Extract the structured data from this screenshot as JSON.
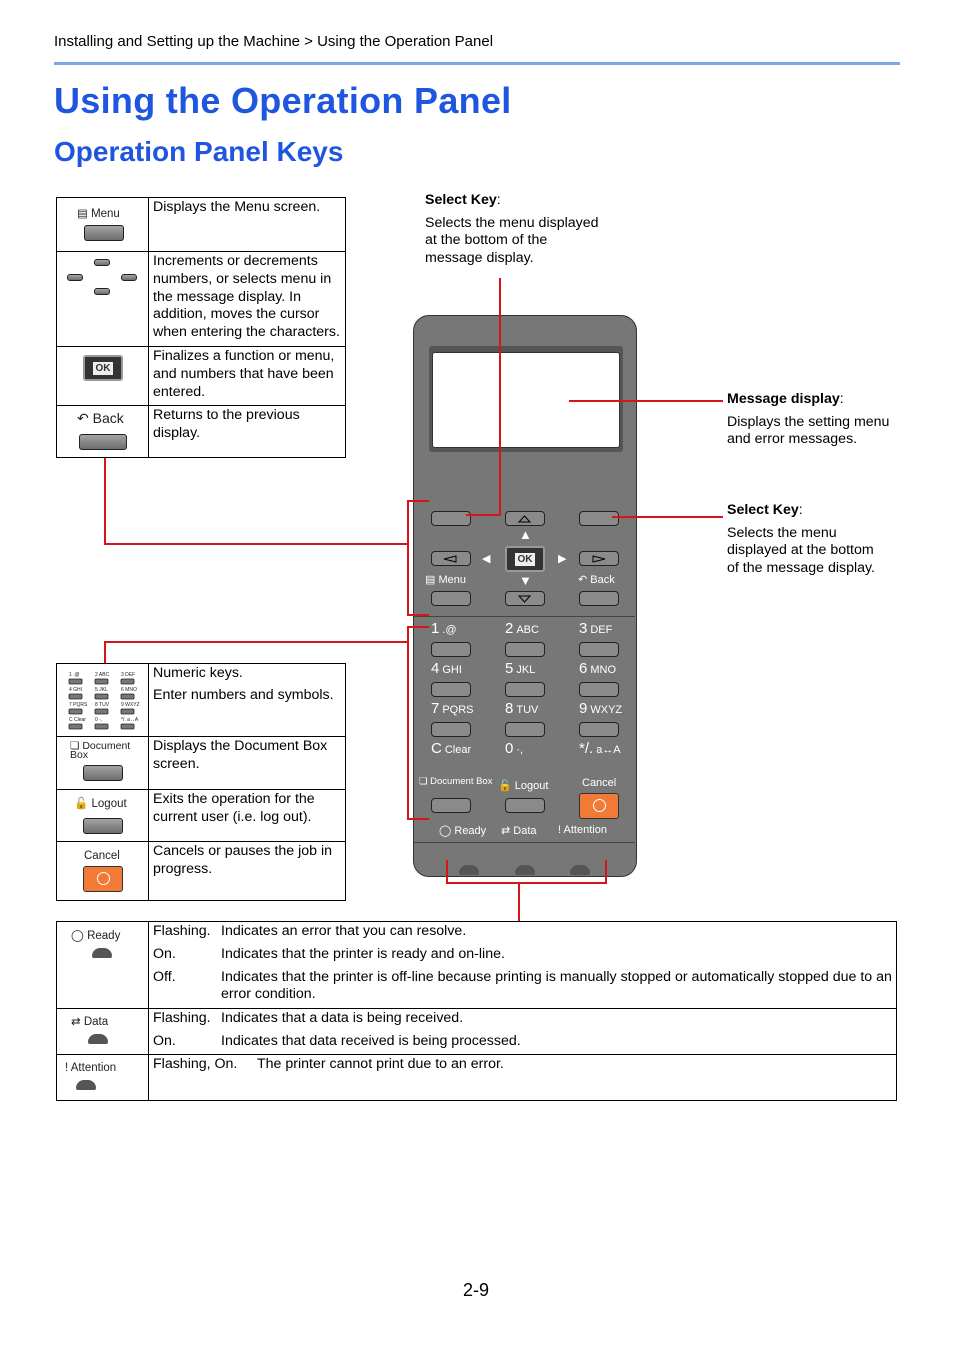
{
  "header": {
    "breadcrumb": "Installing and Setting up the Machine > Using the Operation Panel",
    "title": "Using the Operation Panel",
    "subtitle": "Operation Panel Keys"
  },
  "keys_top": [
    {
      "icon_label": "Menu",
      "icon": "menu-icon",
      "desc": "Displays the Menu screen."
    },
    {
      "icon_label": "",
      "icon": "arrow-keys-icon",
      "desc": "Increments or decrements numbers, or selects menu in the message display. In addition, moves the cursor when entering the characters."
    },
    {
      "icon_label": "OK",
      "icon": "ok-key-icon",
      "desc": "Finalizes a function or menu, and numbers that have been entered."
    },
    {
      "icon_label": "Back",
      "icon": "back-icon",
      "desc": "Returns to the previous display."
    }
  ],
  "keys_bottom": [
    {
      "icon_label": "",
      "icon": "numeric-keypad-icon",
      "desc1": "Numeric keys.",
      "desc2": "Enter numbers and symbols."
    },
    {
      "icon_label": "Document Box",
      "icon": "document-box-icon",
      "desc1": "Displays the Document Box screen.",
      "desc2": ""
    },
    {
      "icon_label": "Logout",
      "icon": "lock-icon",
      "desc1": "Exits the operation for the current user (i.e. log out).",
      "desc2": ""
    },
    {
      "icon_label": "Cancel",
      "icon": "cancel-icon",
      "desc1": "Cancels or pauses the job in progress.",
      "desc2": ""
    }
  ],
  "callouts": {
    "select_key_top": {
      "title": "Select Key",
      "text": "Selects the menu displayed at the bottom of the message display."
    },
    "message_display": {
      "title": "Message display",
      "text": "Displays the setting menu and error messages."
    },
    "select_key_right": {
      "title": "Select Key",
      "text": "Selects the menu displayed at the bottom of the message display."
    }
  },
  "panel": {
    "ok": "OK",
    "menu": "Menu",
    "back": "Back",
    "numkeys": [
      {
        "n": "1",
        "s": ".@"
      },
      {
        "n": "2",
        "s": "ABC"
      },
      {
        "n": "3",
        "s": "DEF"
      },
      {
        "n": "4",
        "s": "GHI"
      },
      {
        "n": "5",
        "s": "JKL"
      },
      {
        "n": "6",
        "s": "MNO"
      },
      {
        "n": "7",
        "s": "PQRS"
      },
      {
        "n": "8",
        "s": "TUV"
      },
      {
        "n": "9",
        "s": "WXYZ"
      },
      {
        "n": "C",
        "s": "Clear"
      },
      {
        "n": "0",
        "s": "·,"
      },
      {
        "n": "*/.",
        "s": "a↔A"
      }
    ],
    "doc_box": "Document Box",
    "logout": "Logout",
    "cancel": "Cancel",
    "ready": "Ready",
    "data": "Data",
    "attention": "Attention"
  },
  "indicators": [
    {
      "label": "Ready",
      "icon": "ready-icon",
      "rows": [
        {
          "state": "Flashing.",
          "text": "Indicates an error that you can resolve."
        },
        {
          "state": "On.",
          "text": "Indicates that the printer is ready and on-line."
        },
        {
          "state": "Off.",
          "text": "Indicates that the printer is off-line because printing is manually stopped or automatically stopped due to an error condition."
        }
      ]
    },
    {
      "label": "Data",
      "icon": "data-icon",
      "rows": [
        {
          "state": "Flashing.",
          "text": "Indicates that a data is being received."
        },
        {
          "state": "On.",
          "text": "Indicates that data received is being processed."
        }
      ]
    },
    {
      "label": "Attention",
      "icon": "attention-icon",
      "rows": [
        {
          "state": "Flashing, On.",
          "text": "The printer cannot print due to an error."
        }
      ]
    }
  ],
  "page_number": "2-9"
}
